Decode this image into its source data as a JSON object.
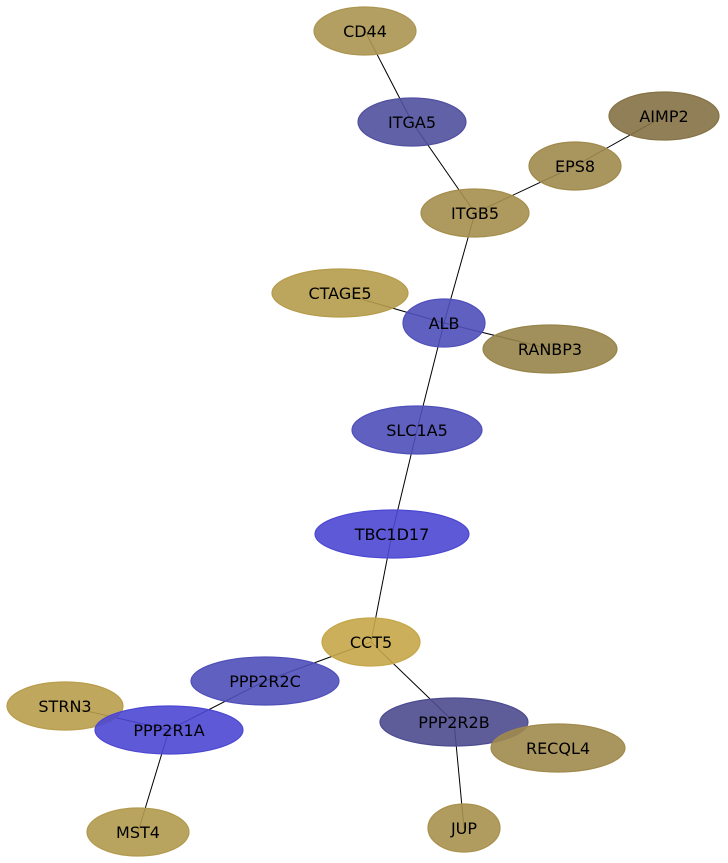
{
  "nodes": [
    {
      "id": "CD44",
      "label": "CD44",
      "color": "#ab9550"
    },
    {
      "id": "ITGA5",
      "label": "ITGA5",
      "color": "#50509f"
    },
    {
      "id": "AIMP2",
      "label": "AIMP2",
      "color": "#857245"
    },
    {
      "id": "EPS8",
      "label": "EPS8",
      "color": "#a08a4c"
    },
    {
      "id": "ITGB5",
      "label": "ITGB5",
      "color": "#a58e4d"
    },
    {
      "id": "CTAGE5",
      "label": "CTAGE5",
      "color": "#b59c4c"
    },
    {
      "id": "ALB",
      "label": "ALB",
      "color": "#4f4fba"
    },
    {
      "id": "RANBP3",
      "label": "RANBP3",
      "color": "#978449"
    },
    {
      "id": "SLC1A5",
      "label": "SLC1A5",
      "color": "#4f4fba"
    },
    {
      "id": "TBC1D17",
      "label": "TBC1D17",
      "color": "#4c47d2"
    },
    {
      "id": "CCT5",
      "label": "CCT5",
      "color": "#c5a649"
    },
    {
      "id": "PPP2R2C",
      "label": "PPP2R2C",
      "color": "#4f4fba"
    },
    {
      "id": "STRN3",
      "label": "STRN3",
      "color": "#b99d4c"
    },
    {
      "id": "PPP2R1A",
      "label": "PPP2R1A",
      "color": "#4c47d2"
    },
    {
      "id": "PPP2R2B",
      "label": "PPP2R2B",
      "color": "#4c4b8f"
    },
    {
      "id": "RECQL4",
      "label": "RECQL4",
      "color": "#a08a4c"
    },
    {
      "id": "MST4",
      "label": "MST4",
      "color": "#b19a4e"
    },
    {
      "id": "JUP",
      "label": "JUP",
      "color": "#a9914e"
    }
  ],
  "edges": [
    [
      "CD44",
      "ITGA5"
    ],
    [
      "ITGA5",
      "ITGB5"
    ],
    [
      "EPS8",
      "AIMP2"
    ],
    [
      "EPS8",
      "ITGB5"
    ],
    [
      "ITGB5",
      "ALB"
    ],
    [
      "CTAGE5",
      "ALB"
    ],
    [
      "ALB",
      "RANBP3"
    ],
    [
      "ALB",
      "SLC1A5"
    ],
    [
      "SLC1A5",
      "TBC1D17"
    ],
    [
      "TBC1D17",
      "CCT5"
    ],
    [
      "CCT5",
      "PPP2R2C"
    ],
    [
      "CCT5",
      "PPP2R2B"
    ],
    [
      "PPP2R2C",
      "PPP2R1A"
    ],
    [
      "STRN3",
      "PPP2R1A"
    ],
    [
      "PPP2R1A",
      "MST4"
    ],
    [
      "PPP2R2B",
      "JUP"
    ]
  ]
}
